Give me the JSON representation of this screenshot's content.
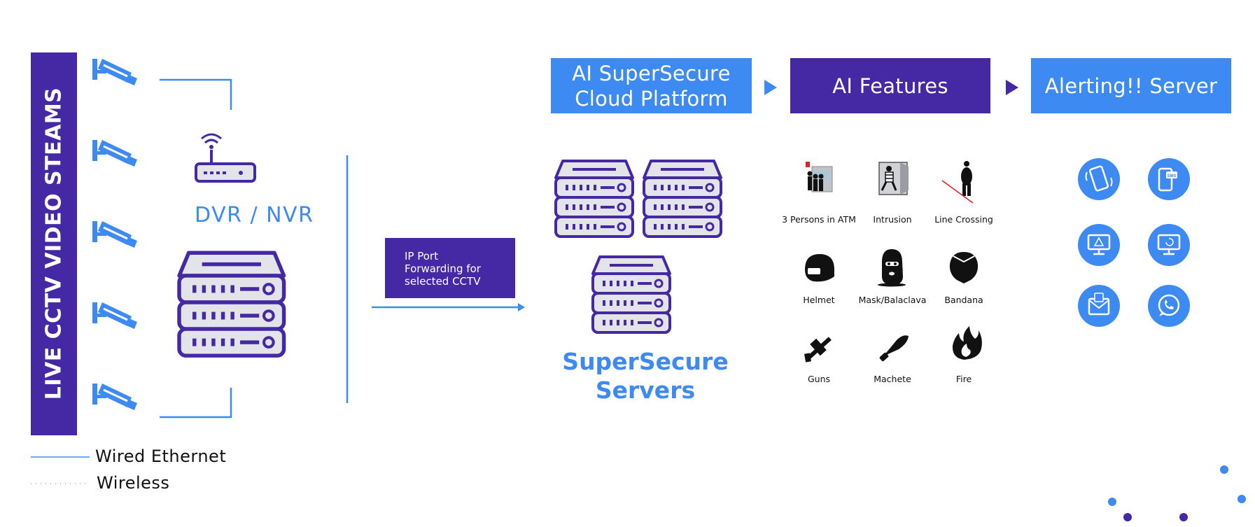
{
  "diagram": {
    "side_banner": "LIVE CCTV VIDEO STEAMS",
    "dvr_label": "DVR / NVR",
    "ip_forwarding": [
      "IP Port",
      "Forwarding for",
      "selected CCTV"
    ],
    "cloud_platform": [
      "AI SuperSecure",
      "Cloud Platform"
    ],
    "ai_features_title": "AI Features",
    "alerting_title": "Alerting!! Server",
    "servers_label": [
      "SuperSecure",
      "Servers"
    ],
    "features": [
      "3 Persons in ATM",
      "Intrusion",
      "Line Crossing",
      "Helmet",
      "Mask/Balaclava",
      "Bandana",
      "Guns",
      "Machete",
      "Fire"
    ],
    "alert_icons": [
      "phone-icon",
      "sms-icon",
      "desktop-alert-icon",
      "desktop-refresh-icon",
      "email-icon",
      "whatsapp-icon"
    ],
    "legend": {
      "wired": "Wired Ethernet",
      "wireless": "Wireless"
    },
    "colors": {
      "purple": "#4528a4",
      "blue": "#3d8af2"
    }
  }
}
